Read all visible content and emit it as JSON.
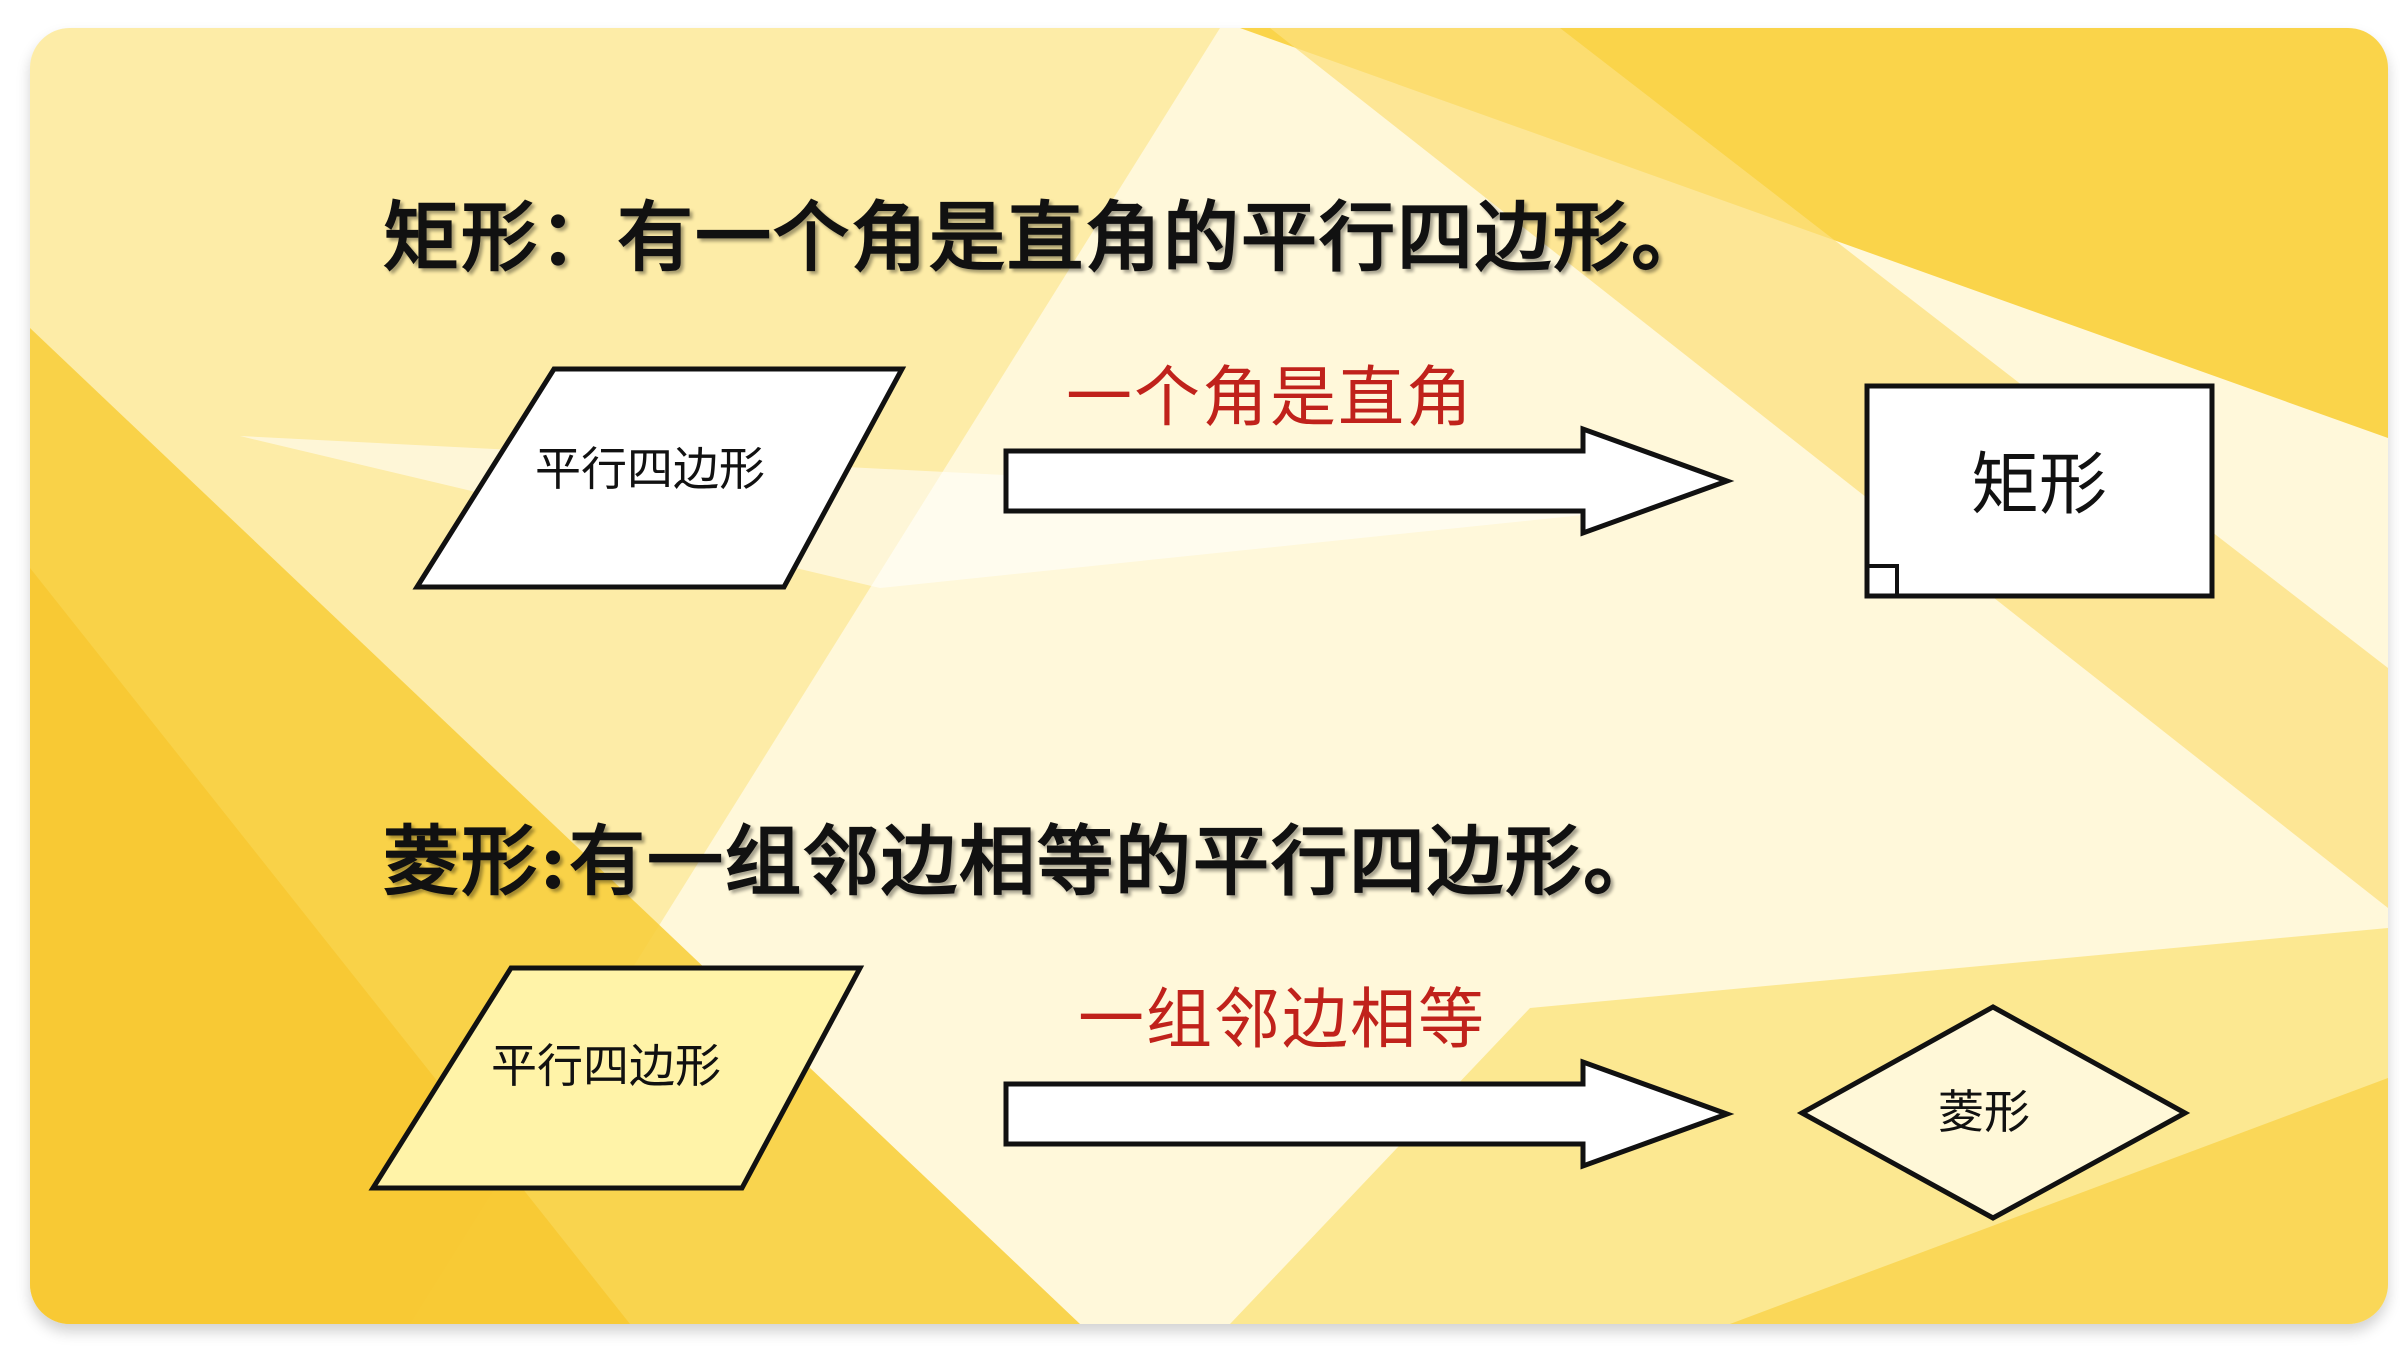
{
  "rectangle": {
    "definition": "矩形：有一个角是直角的平行四边形。",
    "source_label": "平行四边形",
    "condition": "一个角是直角",
    "target_label": "矩形"
  },
  "rhombus": {
    "definition": "菱形:有一组邻边相等的平行四边形。",
    "source_label": "平行四边形",
    "condition": "一组邻边相等",
    "target_label": "菱形"
  },
  "colors": {
    "background_yellow": "#f9d24a",
    "background_light": "#fff6cf",
    "condition_text": "#c0221b",
    "outline": "#111111"
  }
}
